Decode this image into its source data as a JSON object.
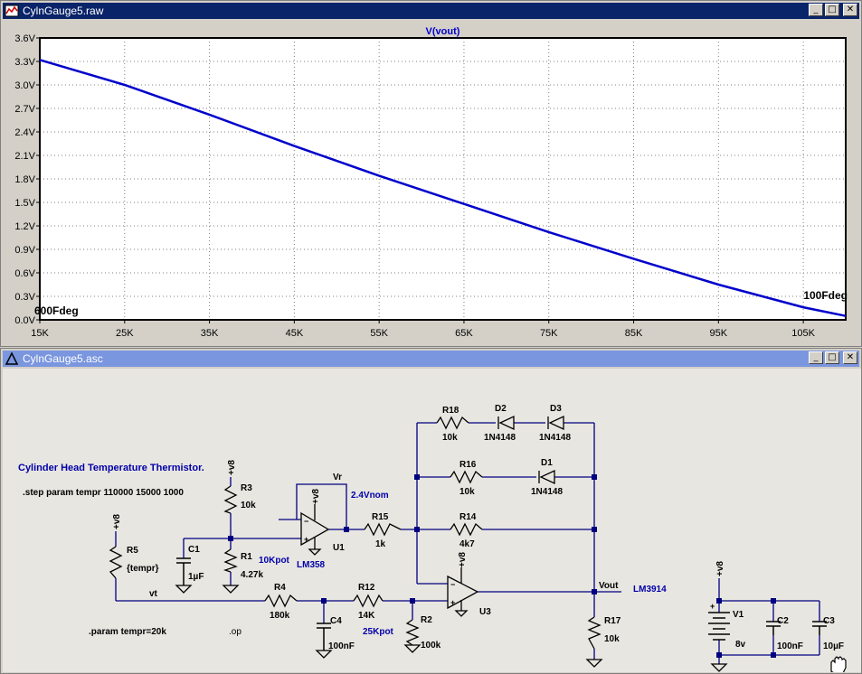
{
  "plot_window": {
    "title": "CylnGauge5.raw",
    "buttons": {
      "minimize": "_",
      "maximize": "□",
      "close": "✕"
    }
  },
  "schematic_window": {
    "title": "CylnGauge5.asc",
    "buttons": {
      "minimize": "_",
      "maximize": "□",
      "close": "✕"
    }
  },
  "chart_data": {
    "type": "line",
    "title": "V(vout)",
    "xlabel": "",
    "ylabel": "",
    "xlim": [
      15000,
      110000
    ],
    "ylim": [
      0,
      3.6
    ],
    "x_ticks": [
      15000,
      25000,
      35000,
      45000,
      55000,
      65000,
      75000,
      85000,
      95000,
      105000
    ],
    "x_tick_labels": [
      "15K",
      "25K",
      "35K",
      "45K",
      "55K",
      "65K",
      "75K",
      "85K",
      "95K",
      "105K"
    ],
    "y_ticks": [
      0,
      0.3,
      0.6,
      0.9,
      1.2,
      1.5,
      1.8,
      2.1,
      2.4,
      2.7,
      3.0,
      3.3,
      3.6
    ],
    "y_tick_labels": [
      "0.0V",
      "0.3V",
      "0.6V",
      "0.9V",
      "1.2V",
      "1.5V",
      "1.8V",
      "2.1V",
      "2.4V",
      "2.7V",
      "3.0V",
      "3.3V",
      "3.6V"
    ],
    "grid": true,
    "series": [
      {
        "name": "V(vout)",
        "color": "#0000cc",
        "x": [
          15000,
          25000,
          35000,
          45000,
          55000,
          65000,
          75000,
          85000,
          95000,
          105000,
          110000
        ],
        "y": [
          3.32,
          3.0,
          2.62,
          2.22,
          1.84,
          1.48,
          1.12,
          0.78,
          0.45,
          0.16,
          0.05
        ]
      }
    ],
    "annotations": [
      "600Fdeg",
      "100Fdeg"
    ]
  },
  "schematic": {
    "title_text": "Cylinder Head Temperature Thermistor.",
    "step_directive": ".step param tempr 110000 15000  1000",
    "param_directive": ".param tempr=20k",
    "op_directive": ".op",
    "supply_labels": {
      "r3": "+v8",
      "r5": "+v8",
      "u1": "+v8",
      "u3": "+v8",
      "v1": "+v8"
    },
    "net_labels": {
      "vr": "Vr",
      "vnom": "2.4Vnom",
      "vt": "vt",
      "vout": "Vout",
      "lm3914": "LM3914",
      "pot10k": "10Kpot",
      "pot25k": "25Kpot"
    },
    "components": {
      "r3": {
        "name": "R3",
        "value": "10k"
      },
      "r1": {
        "name": "R1",
        "value": "4.27k"
      },
      "c1": {
        "name": "C1",
        "value": "1µF"
      },
      "r5": {
        "name": "R5",
        "value": "{tempr}"
      },
      "r4": {
        "name": "R4",
        "value": "180k"
      },
      "c4": {
        "name": "C4",
        "value": "100nF"
      },
      "r12": {
        "name": "R12",
        "value": "14K"
      },
      "r2": {
        "name": "R2",
        "value": "100k"
      },
      "u1": {
        "name": "U1",
        "value": "LM358"
      },
      "u3": {
        "name": "U3"
      },
      "r15": {
        "name": "R15",
        "value": "1k"
      },
      "r14": {
        "name": "R14",
        "value": "4k7"
      },
      "r16": {
        "name": "R16",
        "value": "10k"
      },
      "r18": {
        "name": "R18",
        "value": "10k"
      },
      "d1": {
        "name": "D1",
        "value": "1N4148"
      },
      "d2": {
        "name": "D2",
        "value": "1N4148"
      },
      "d3": {
        "name": "D3",
        "value": "1N4148"
      },
      "r17": {
        "name": "R17",
        "value": "10k"
      },
      "v1": {
        "name": "V1",
        "value": "8v"
      },
      "c2": {
        "name": "C2",
        "value": "100nF"
      },
      "c3": {
        "name": "C3",
        "value": "10µF"
      }
    }
  },
  "colors": {
    "title_active": "#0a246a",
    "title_inactive": "#7a96df",
    "trace": "#0000cc",
    "wire": "#000080",
    "label_blue": "#0000aa",
    "schematic_bg": "#e8e6e0"
  }
}
